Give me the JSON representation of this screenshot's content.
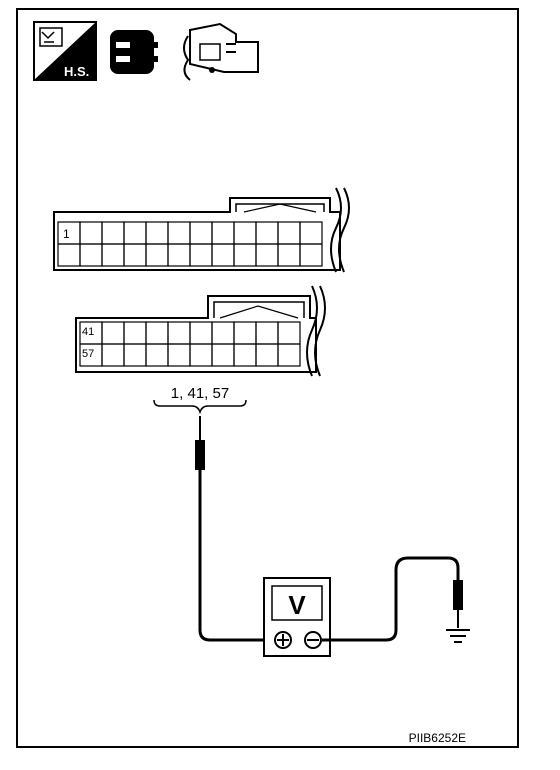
{
  "header_icons": {
    "hs_label": "H.S."
  },
  "connector_top": {
    "pin_labels": [
      "1"
    ]
  },
  "connector_bottom": {
    "pin_labels": [
      "41",
      "57"
    ]
  },
  "probe_label": "1, 41, 57",
  "meter": {
    "display": "V",
    "plus": "⊕",
    "minus": "⊖"
  },
  "figure_code": "PIIB6252E"
}
